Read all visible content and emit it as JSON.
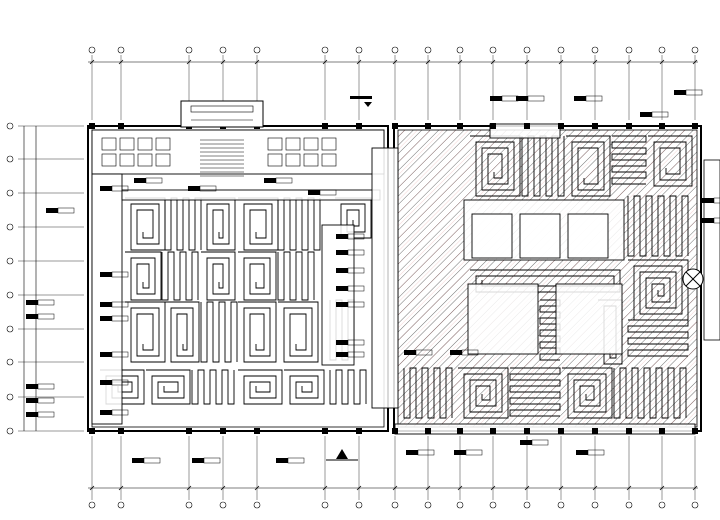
{
  "drawing": {
    "title": "",
    "grid_lines_vertical_count": 19,
    "grid_lines_horizontal_count": 10,
    "wings": [
      "west-wing",
      "east-wing"
    ],
    "colors": {
      "line": "#000000",
      "hatch": "#333333",
      "accent": "#cc3333",
      "background": "#ffffff"
    },
    "icons": [
      "grid-bubble-icon",
      "north-arrow-icon",
      "level-marker-icon",
      "manifold-box-icon"
    ]
  }
}
